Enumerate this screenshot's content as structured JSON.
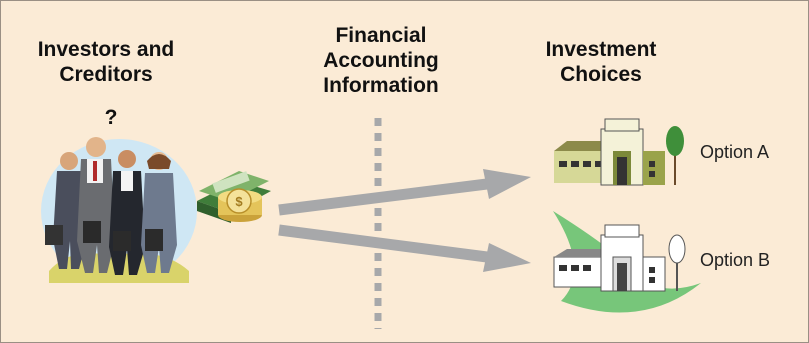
{
  "headers": {
    "investors": "Investors and\nCreditors",
    "question": "?",
    "financial": "Financial\nAccounting\nInformation",
    "choices": "Investment\nChoices"
  },
  "options": [
    {
      "label": "Option A"
    },
    {
      "label": "Option B"
    }
  ],
  "icons": {
    "people": "investors-group-icon",
    "money": "money-stack-icon",
    "building_a": "building-option-a-icon",
    "building_b": "building-option-b-icon"
  },
  "colors": {
    "background": "#fbebd6",
    "arrow": "#a7a8aa",
    "divider": "#a7a8aa"
  }
}
